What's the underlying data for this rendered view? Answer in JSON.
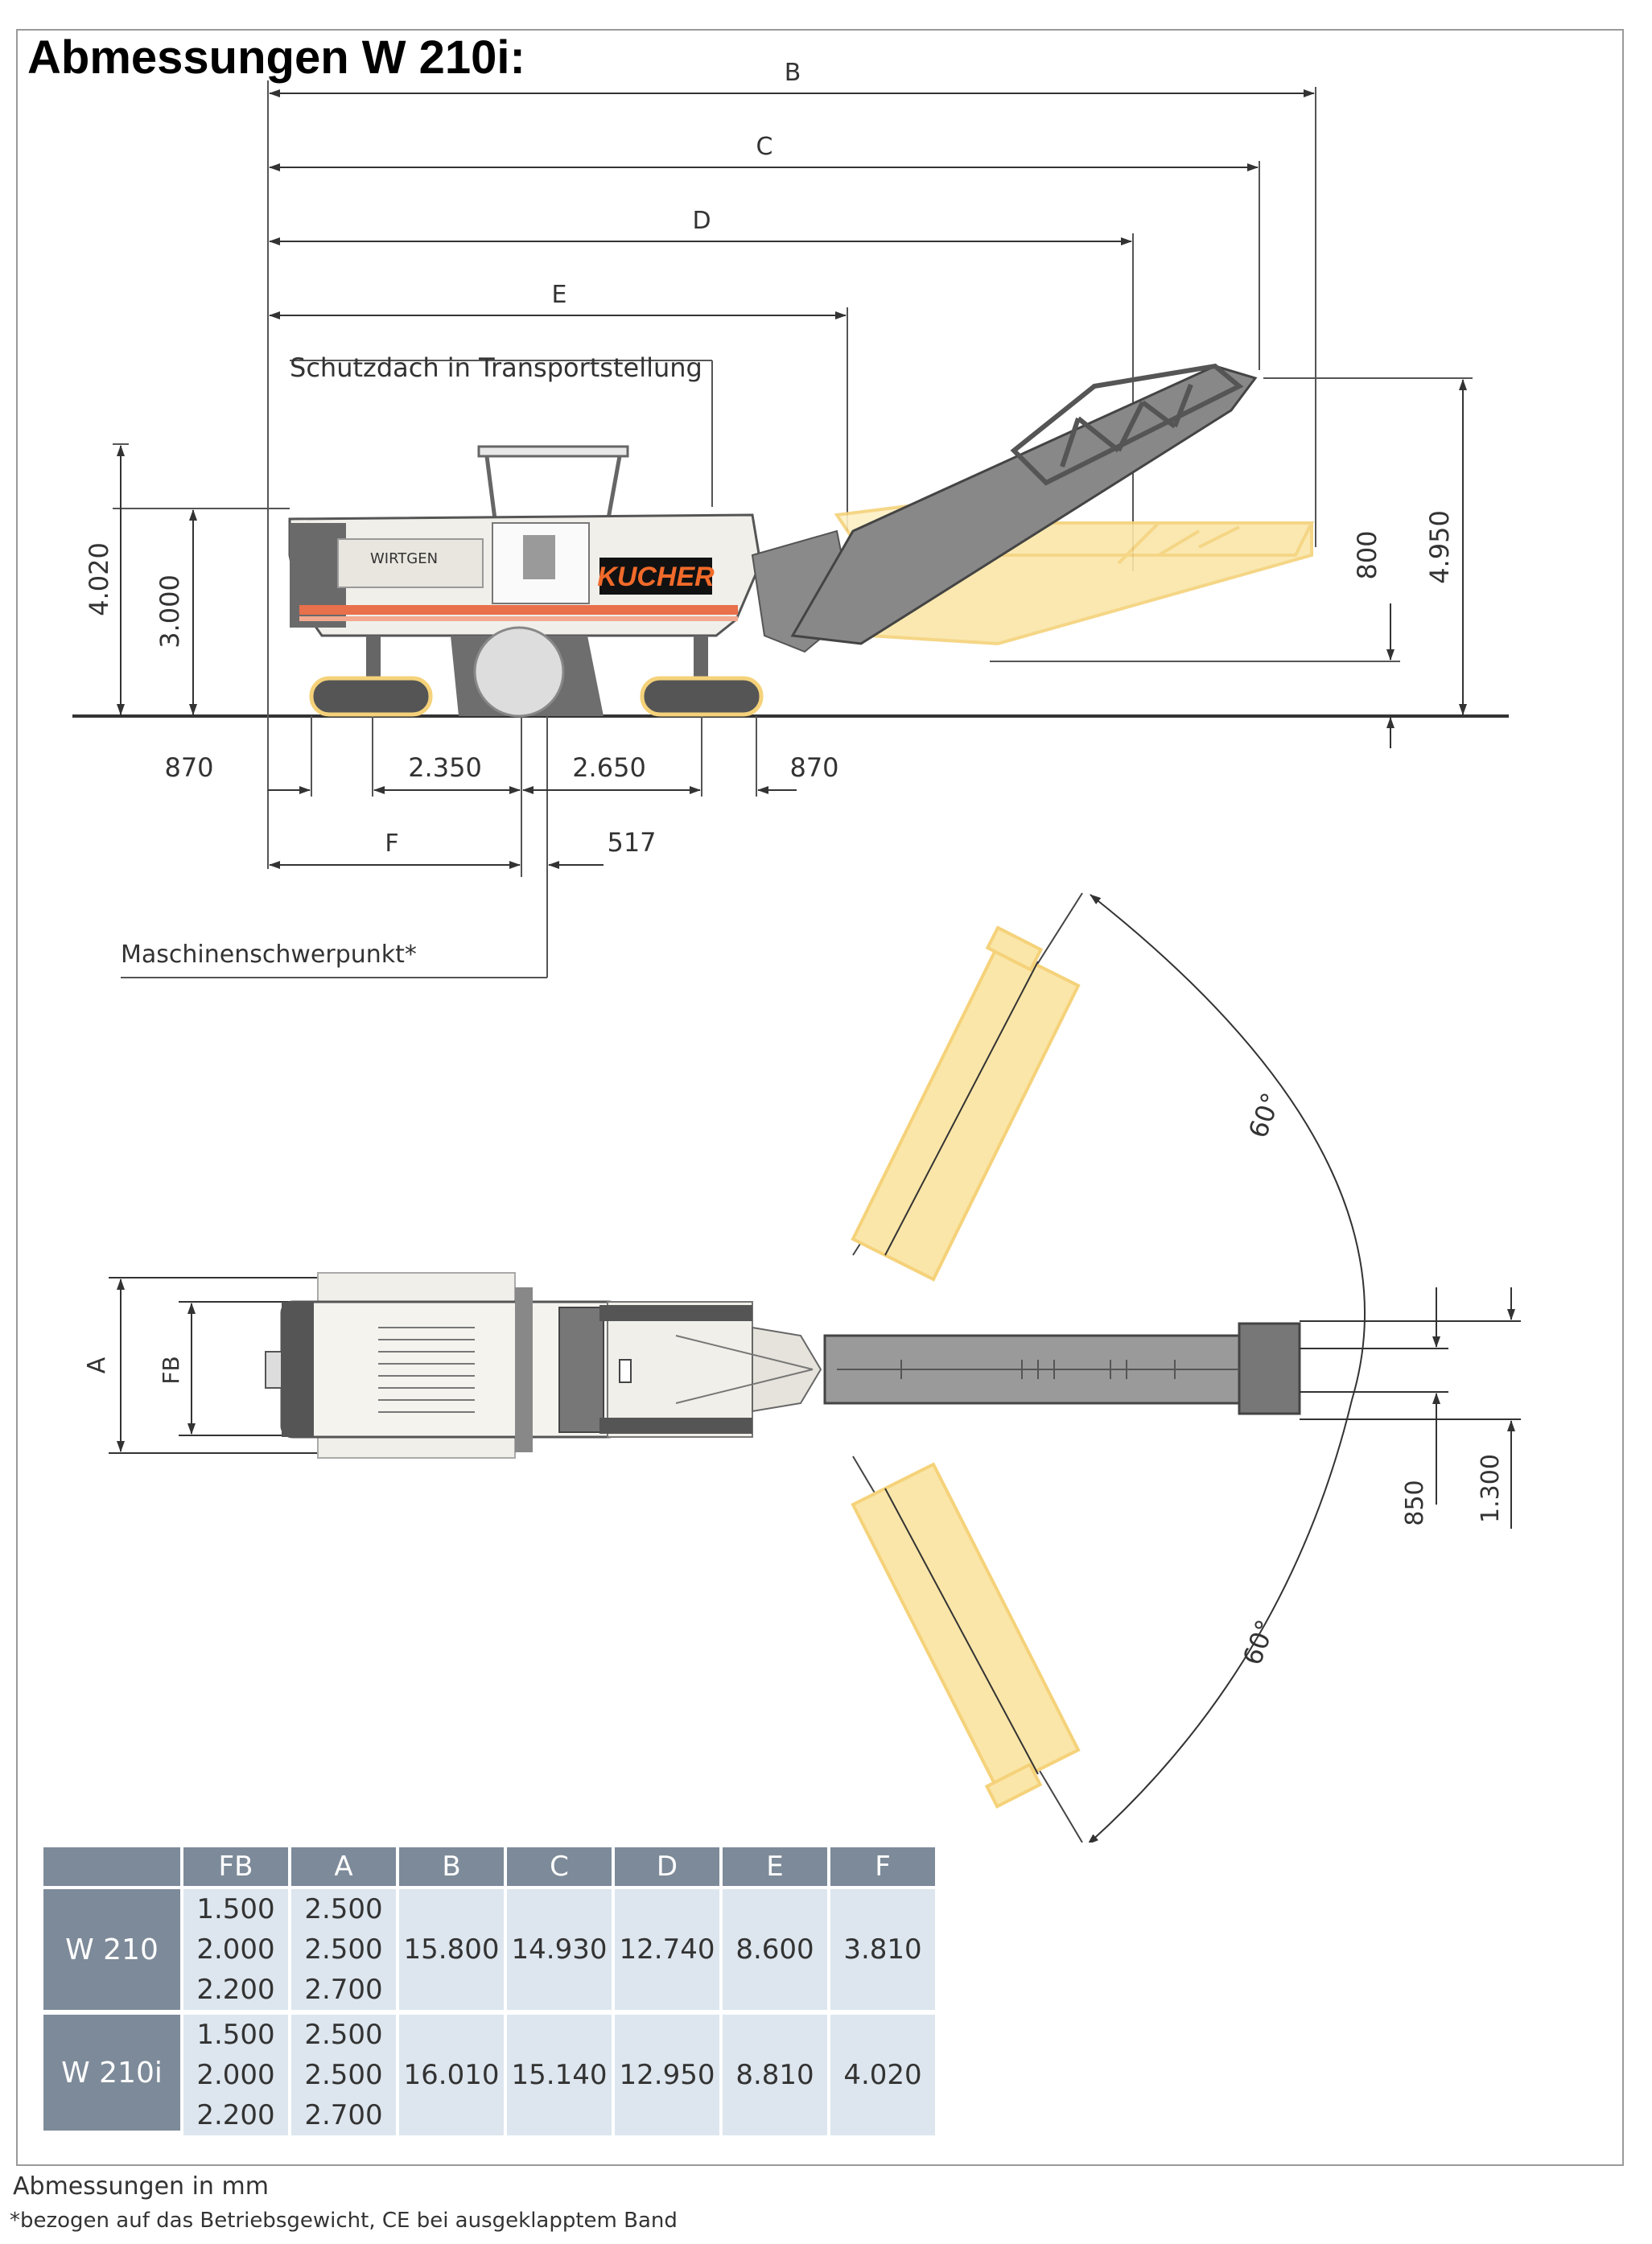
{
  "title": "Abmessungen W 210i:",
  "side_view": {
    "dim_labels": {
      "B": "B",
      "C": "C",
      "D": "D",
      "E": "E",
      "F": "F"
    },
    "roof_label": "Schutzdach in Transportstellung",
    "brand_label": "WIRTGEN",
    "dealer_label": "KUCHER",
    "heights": {
      "total": "4.020",
      "cab": "3.000",
      "discharge_low": "800",
      "discharge_high": "4.950"
    },
    "bottom_dims": {
      "rear_overhang": "870",
      "rear_track": "2.350",
      "front_track": "2.650",
      "front_overhang": "870",
      "cog_offset": "517"
    },
    "cog_label": "Maschinenschwerpunkt*"
  },
  "top_view": {
    "labels": {
      "A": "A",
      "FB": "FB"
    },
    "angle_upper": "60°",
    "angle_lower": "60°",
    "dims": {
      "inner": "850",
      "outer": "1.300"
    }
  },
  "table": {
    "headers": [
      "",
      "FB",
      "A",
      "B",
      "C",
      "D",
      "E",
      "F"
    ],
    "groups": [
      {
        "model": "W 210",
        "fb": [
          "1.500",
          "2.000",
          "2.200"
        ],
        "a": [
          "2.500",
          "2.500",
          "2.700"
        ],
        "b": "15.800",
        "c": "14.930",
        "d": "12.740",
        "e": "8.600",
        "f": "3.810"
      },
      {
        "model": "W 210i",
        "fb": [
          "1.500",
          "2.000",
          "2.200"
        ],
        "a": [
          "2.500",
          "2.500",
          "2.700"
        ],
        "b": "16.010",
        "c": "15.140",
        "d": "12.950",
        "e": "8.810",
        "f": "4.020"
      }
    ]
  },
  "footnotes": {
    "units": "Abmessungen in mm",
    "cog_note": "*bezogen auf das Betriebsgewicht, CE bei ausgeklapptem Band"
  },
  "colors": {
    "belt_ghost": "#f5d27a",
    "belt_ghost_fill": "#fae6a8",
    "machine_dark": "#555555",
    "stripe": "#e8704a",
    "table_header": "#7d8a99",
    "table_cell": "#dde6ee"
  }
}
